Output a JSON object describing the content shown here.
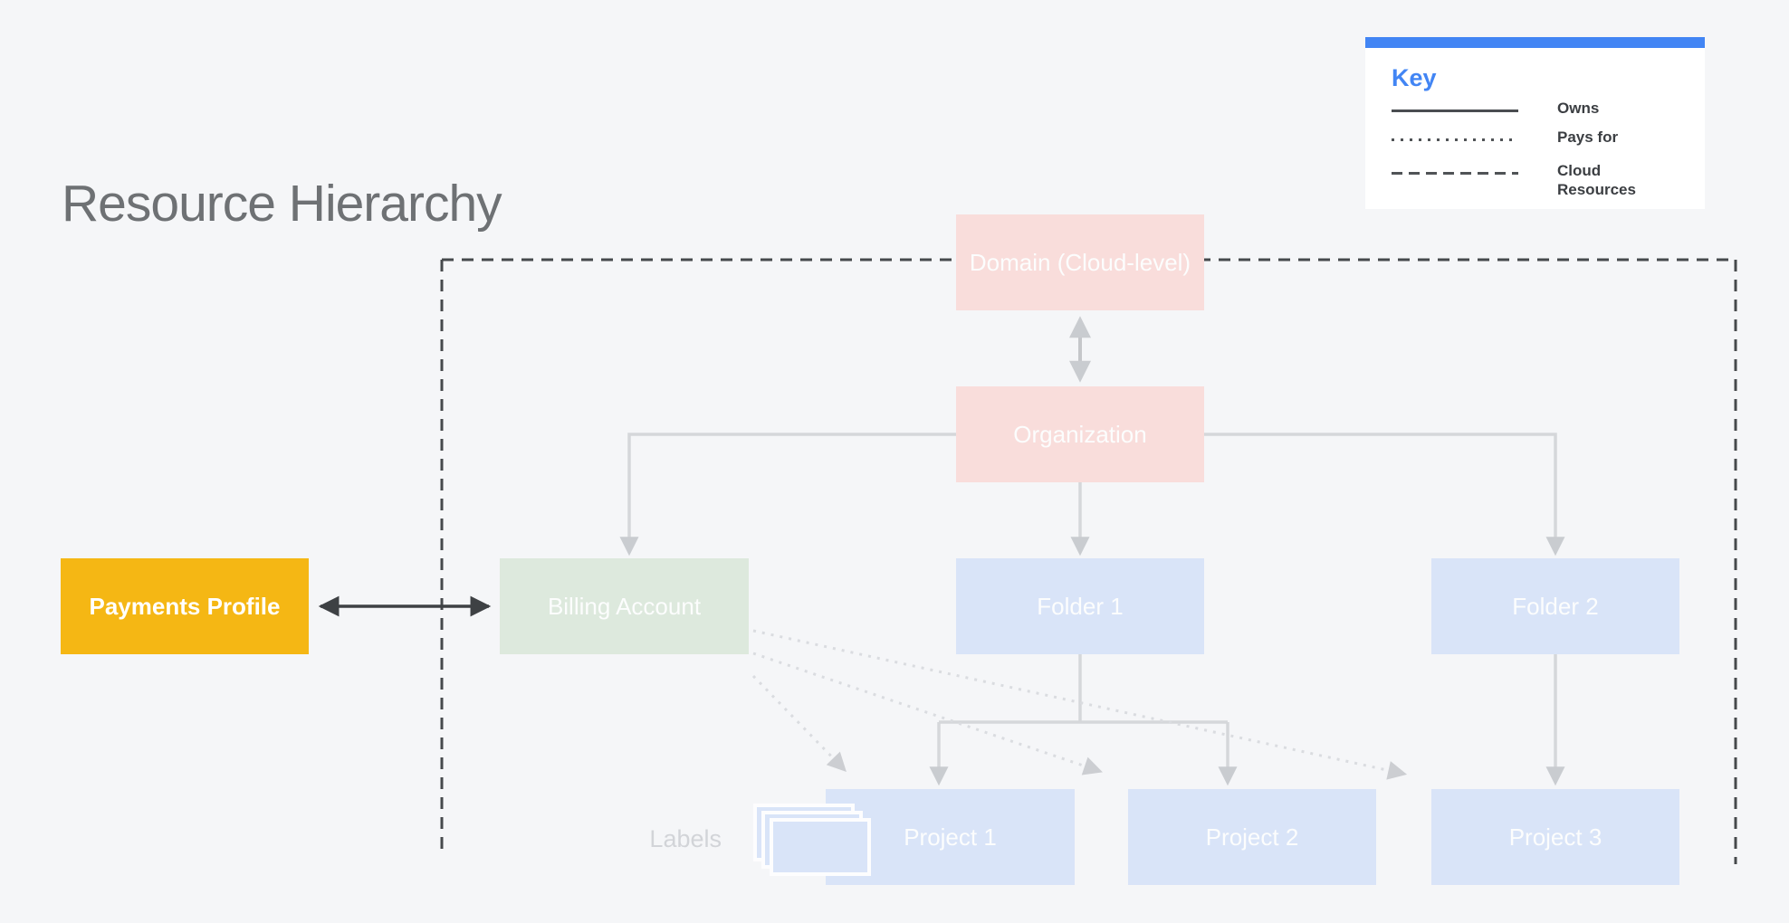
{
  "title": "Resource Hierarchy",
  "legend": {
    "title": "Key",
    "items": [
      {
        "label": "Owns",
        "line_style": "solid"
      },
      {
        "label": "Pays for",
        "line_style": "dotted"
      },
      {
        "label": "Cloud Resources",
        "line_style": "dashed"
      }
    ]
  },
  "nodes": {
    "domain": {
      "label": "Domain (Cloud-level)"
    },
    "organization": {
      "label": "Organization"
    },
    "payments_profile": {
      "label": "Payments Profile"
    },
    "billing_account": {
      "label": "Billing Account"
    },
    "folder_1": {
      "label": "Folder 1"
    },
    "folder_2": {
      "label": "Folder 2"
    },
    "project_1": {
      "label": "Project 1"
    },
    "project_2": {
      "label": "Project 2"
    },
    "project_3": {
      "label": "Project 3"
    }
  },
  "labels_caption": "Labels",
  "edges": [
    {
      "from": "Domain (Cloud-level)",
      "to": "Organization",
      "type": "owns",
      "bidirectional": true
    },
    {
      "from": "Organization",
      "to": "Billing Account",
      "type": "owns"
    },
    {
      "from": "Organization",
      "to": "Folder 1",
      "type": "owns"
    },
    {
      "from": "Organization",
      "to": "Folder 2",
      "type": "owns"
    },
    {
      "from": "Folder 1",
      "to": "Project 1",
      "type": "owns"
    },
    {
      "from": "Folder 1",
      "to": "Project 2",
      "type": "owns"
    },
    {
      "from": "Folder 2",
      "to": "Project 3",
      "type": "owns"
    },
    {
      "from": "Payments Profile",
      "to": "Billing Account",
      "type": "owns",
      "bidirectional": true
    },
    {
      "from": "Billing Account",
      "to": "Project 1",
      "type": "pays_for"
    },
    {
      "from": "Billing Account",
      "to": "Project 2",
      "type": "pays_for"
    },
    {
      "from": "Billing Account",
      "to": "Project 3",
      "type": "pays_for"
    }
  ],
  "colors": {
    "background": "#f5f6f8",
    "accent_blue": "#4285f4",
    "node_pink": "#f9dddb",
    "node_green": "#dde9dd",
    "node_blue": "#d9e4f8",
    "node_yellow": "#f5b714",
    "dark_line": "#46494c",
    "light_line": "#d5d7da",
    "dotted_line": "#dadce0",
    "title_gray": "#6e7174",
    "legend_text": "#3b3e42",
    "faint_text": "#d2d4d8"
  }
}
